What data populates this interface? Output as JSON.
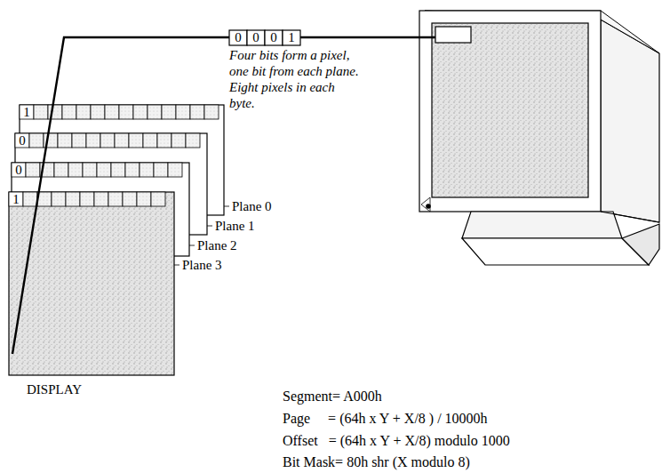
{
  "diagram": {
    "labels": [
      "0",
      "0",
      "0",
      "1",
      "Four bits form a pixel, one bit from each plane. Eight pixels in each byte.",
      "1",
      "0",
      "0",
      "1",
      "Plane 0",
      "Plane 1",
      "Plane 2",
      "Plane 3",
      "DISPLAY",
      "Segment= A000h",
      "Page     = (64h x Y + X/8 ) / 10000h",
      "Offset   = (64h x Y + X/8) modulo 1000",
      "Bit Mask= 80h shr (X modulo 8)"
    ]
  }
}
